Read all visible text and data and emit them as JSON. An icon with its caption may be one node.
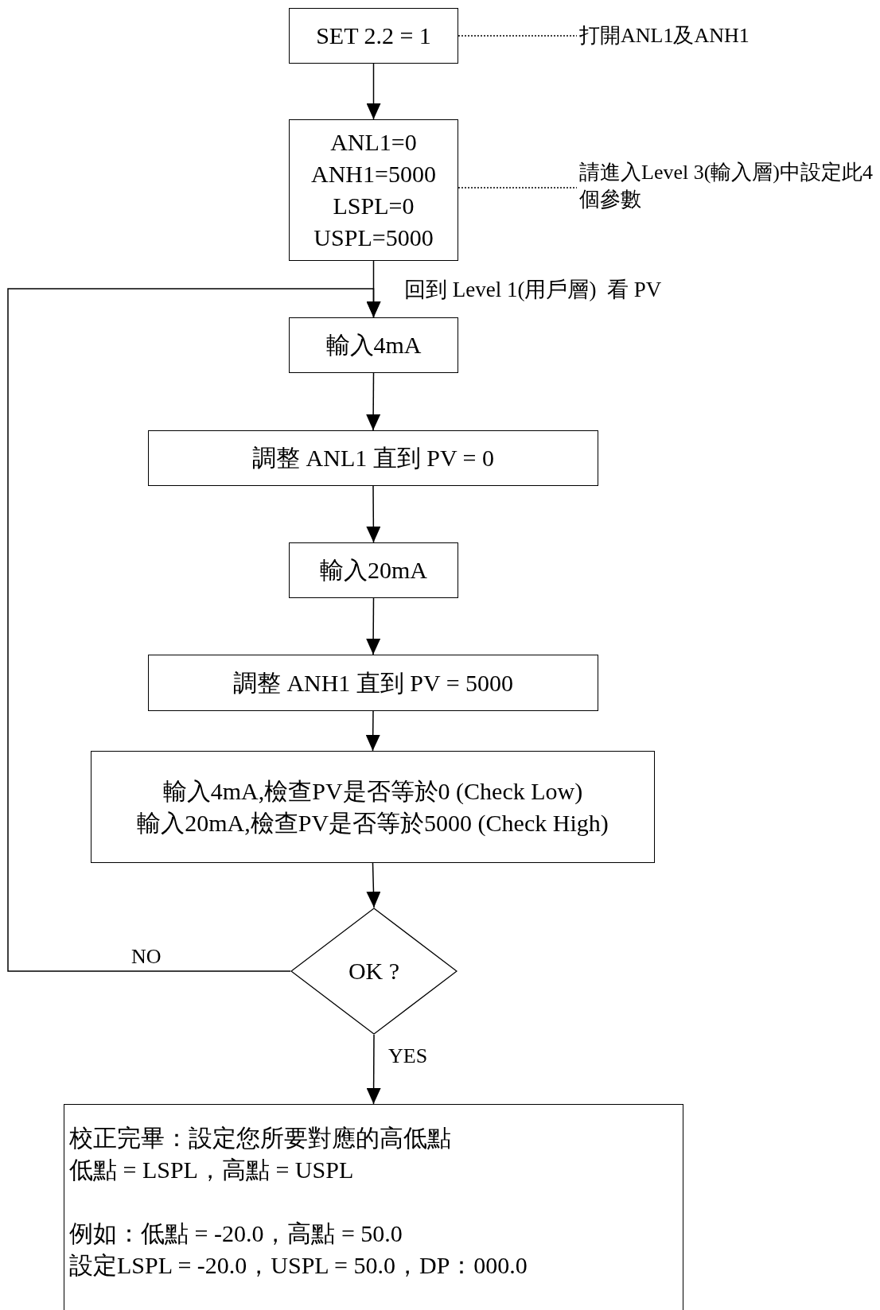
{
  "diagram": {
    "nodes": [
      {
        "text": [
          "SET 2.2 = 1"
        ]
      },
      {
        "text": [
          "打開ANL1及ANH1"
        ]
      },
      {
        "text": [
          "ANL1=0",
          "ANH1=5000",
          "LSPL=0",
          "USPL=5000"
        ]
      },
      {
        "text": [
          "請進入Level 3(輸入層)中設定此4個參數"
        ]
      },
      {
        "text": [
          "輸入4mA"
        ]
      },
      {
        "text": [
          "調整 ANL1 直到 PV = 0"
        ]
      },
      {
        "text": [
          "輸入20mA"
        ]
      },
      {
        "text": [
          "調整 ANH1 直到 PV = 5000"
        ]
      },
      {
        "text": [
          "輸入4mA,檢查PV是否等於0 (Check Low)",
          "輸入20mA,檢查PV是否等於5000 (Check High)"
        ]
      },
      {
        "text": [
          "OK ?"
        ]
      },
      {
        "text": [
          "校正完畢：設定您所要對應的高低點",
          "低點 = LSPL，高點 = USPL",
          "例如：低點 = -20.0，高點 = 50.0",
          "設定LSPL = -20.0，USPL = 50.0，DP：000.0"
        ]
      }
    ],
    "edges": [
      {
        "from": 0,
        "to": 1,
        "arrow": "none",
        "style": "dashed"
      },
      {
        "from": 0,
        "to": 2,
        "arrow": "to"
      },
      {
        "from": 2,
        "to": 3,
        "arrow": "none",
        "style": "dashed"
      },
      {
        "from": 2,
        "to": 4,
        "arrow": "to"
      },
      {
        "from": 4,
        "to": 5,
        "arrow": "to"
      },
      {
        "from": 5,
        "to": 6,
        "arrow": "to"
      },
      {
        "from": 6,
        "to": 7,
        "arrow": "to"
      },
      {
        "from": 7,
        "to": 8,
        "arrow": "to"
      },
      {
        "from": 8,
        "to": 9,
        "arrow": "to"
      },
      {
        "from": 9,
        "to": 10,
        "arrow": "to",
        "label": "YES"
      },
      {
        "from": 9,
        "to": 4,
        "arrow": "to",
        "label": "NO"
      }
    ],
    "labels": [
      "回到 Level 1(用戶層)  看 PV"
    ]
  }
}
